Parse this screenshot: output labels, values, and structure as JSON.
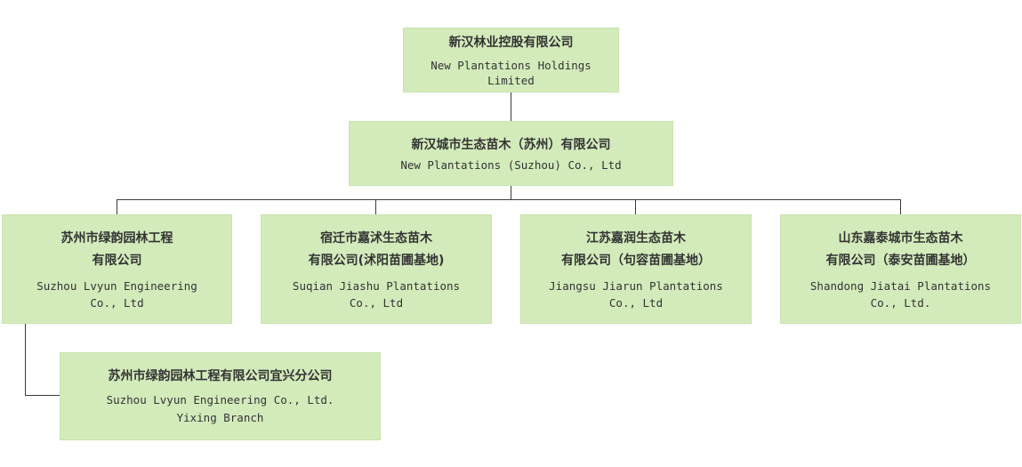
{
  "nodes": {
    "root": {
      "zh": "新汉林业控股有限公司",
      "en": [
        "New Plantations Holdings",
        "Limited"
      ]
    },
    "suzhou_parent": {
      "zh": "新汉城市生态苗木（苏州）有限公司",
      "en": [
        "New Plantations (Suzhou) Co., Ltd"
      ]
    },
    "lvyun": {
      "zh": [
        "苏州市绿韵园林工程",
        "有限公司"
      ],
      "en": [
        "Suzhou Lvyun Engineering",
        "Co., Ltd"
      ]
    },
    "jiashu": {
      "zh": [
        "宿迁市嘉沭生态苗木",
        "有限公司(沭阳苗圃基地)"
      ],
      "en": [
        "Suqian Jiashu Plantations",
        "Co., Ltd"
      ]
    },
    "jiarun": {
      "zh": [
        "江苏嘉润生态苗木",
        "有限公司（句容苗圃基地）"
      ],
      "en": [
        "Jiangsu Jiarun Plantations",
        "Co., Ltd"
      ]
    },
    "jiatai": {
      "zh": [
        "山东嘉泰城市生态苗木",
        "有限公司（泰安苗圃基地）"
      ],
      "en": [
        "Shandong Jiatai Plantations",
        "Co., Ltd."
      ]
    },
    "yixing": {
      "zh": "苏州市绿韵园林工程有限公司宜兴分公司",
      "en": [
        "Suzhou Lvyun Engineering Co., Ltd.",
        "Yixing Branch"
      ]
    }
  },
  "colors": {
    "box_fill": "#d3ebbb",
    "box_border": "#c8e3ad",
    "connector": "#3a3a3a",
    "text": "#333333"
  }
}
